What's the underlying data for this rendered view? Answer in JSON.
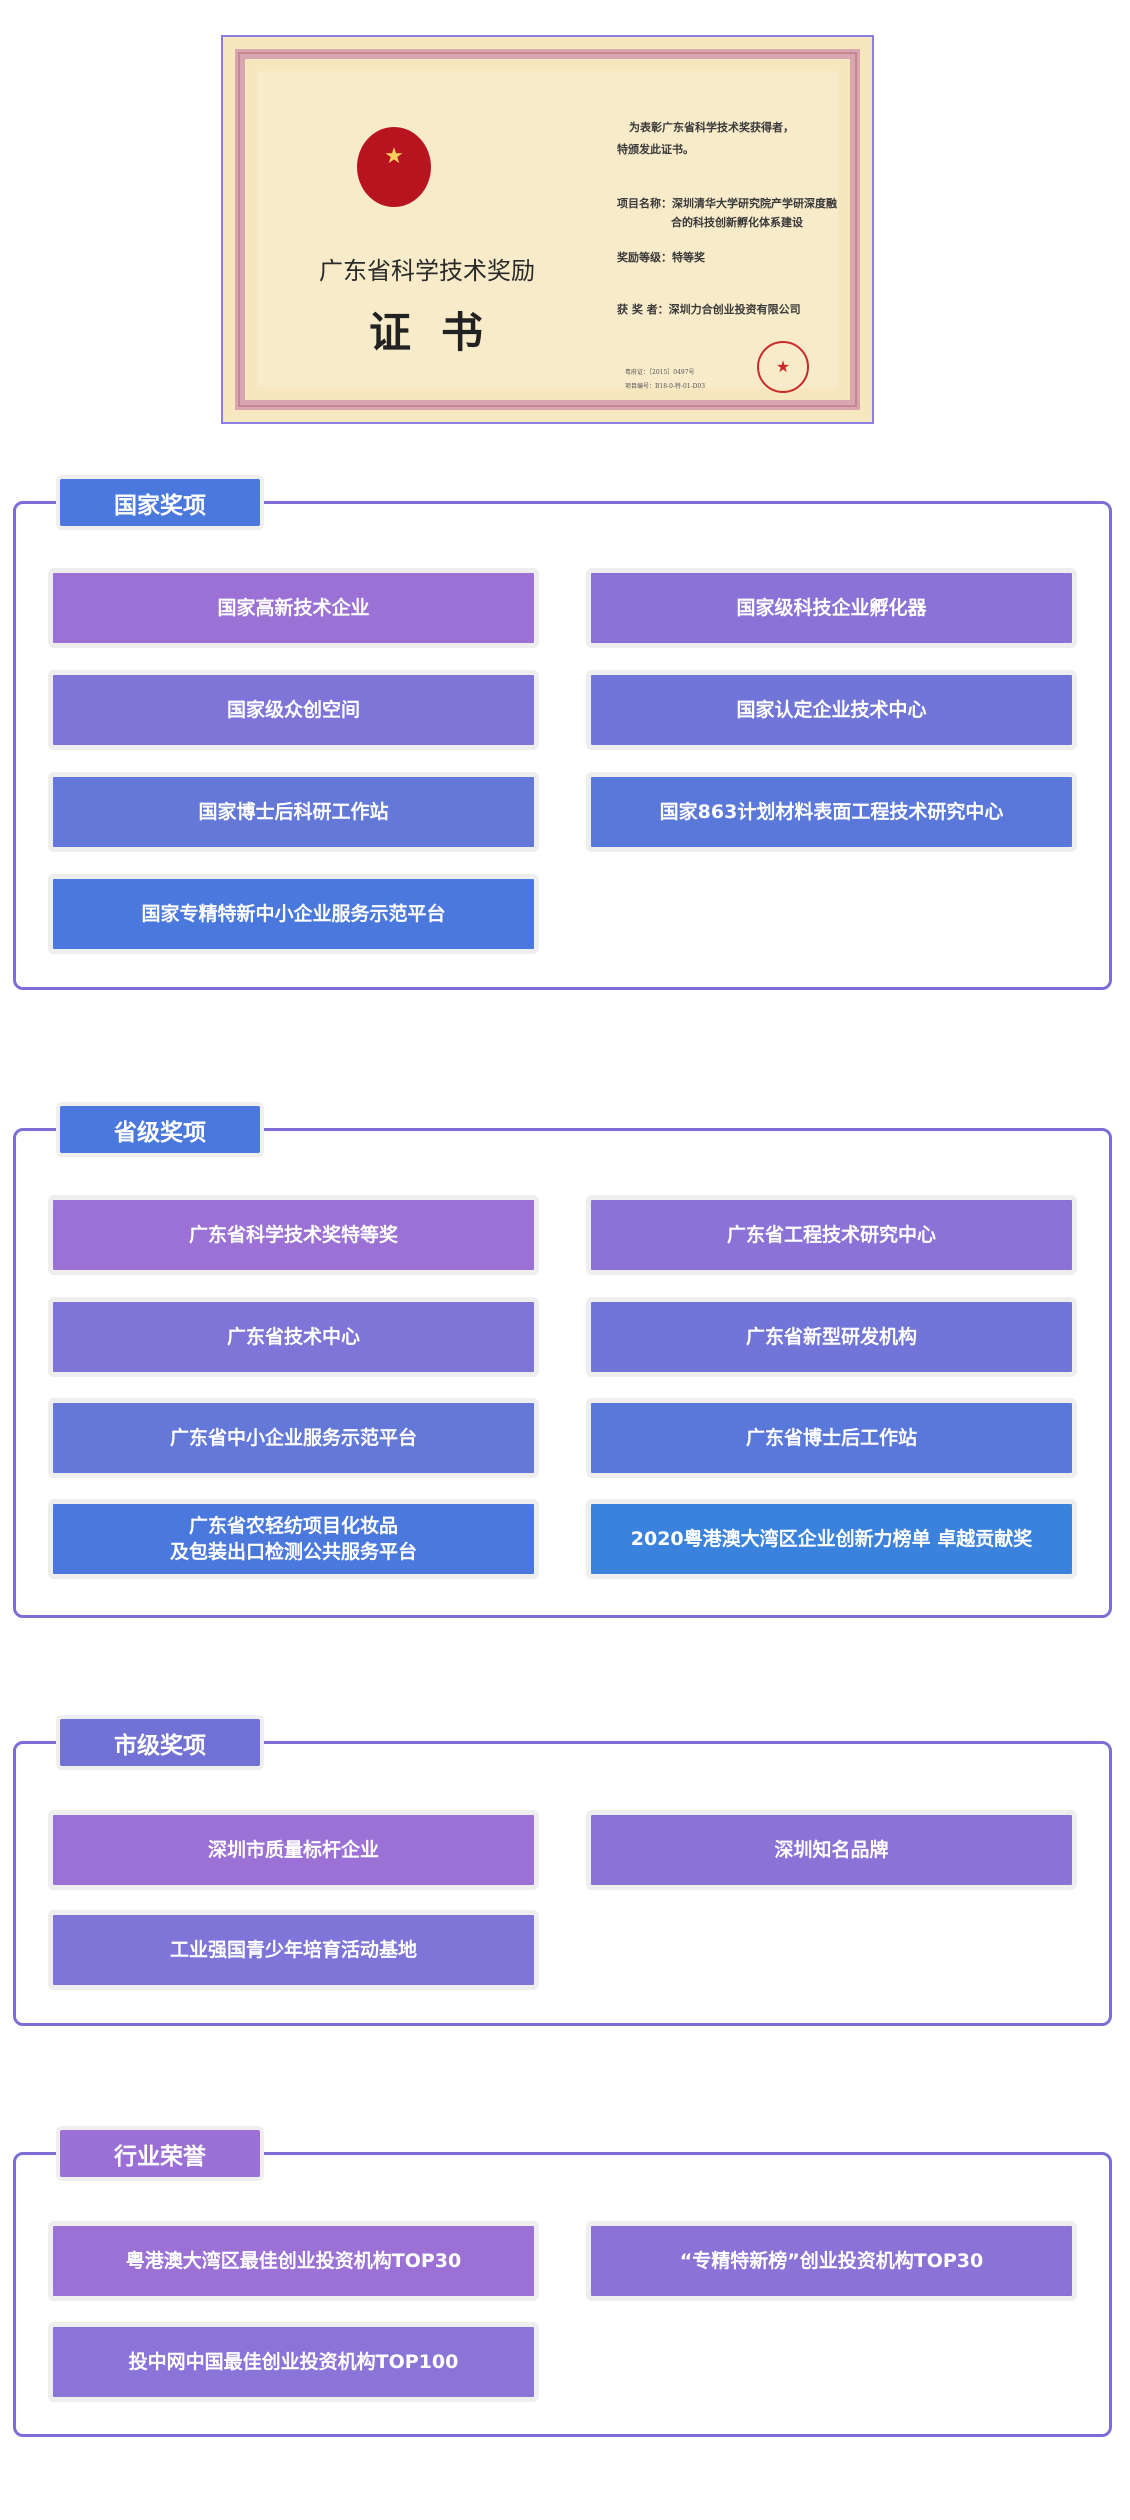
{
  "certificate": {
    "emblem_icon": "national-emblem-icon",
    "title": "广东省科学技术奖励",
    "big_title": "证书",
    "line1": "为表彰广东省科学技术奖获得者，",
    "line2": "特颁发此证书。",
    "project_label": "项目名称：深圳清华大学研究院产学研深度融",
    "project_label2": "合的科技创新孵化体系建设",
    "level": "奖励等级：特等奖",
    "winner": "获 奖 者：深圳力合创业投资有限公司",
    "cert_no": "粤府证：［2015］0497号",
    "project_no": "项目编号：B18-0-特-01-D03"
  },
  "sections": [
    {
      "title": "国家奖项",
      "tab_color": "#4a78dc",
      "items": [
        {
          "label": "国家高新技术企业",
          "color": "#9b71d6"
        },
        {
          "label": "国家级科技企业孵化器",
          "color": "#8a72d6"
        },
        {
          "label": "国家级众创空间",
          "color": "#7f74d8"
        },
        {
          "label": "国家认定企业技术中心",
          "color": "#7275d8"
        },
        {
          "label": "国家博士后科研工作站",
          "color": "#6478d8"
        },
        {
          "label": "国家863计划材料表面工程技术研究中心",
          "color": "#5a77da"
        },
        {
          "label": "国家专精特新中小企业服务示范平台",
          "color": "#4a78dc"
        }
      ]
    },
    {
      "title": "省级奖项",
      "tab_color": "#4a78dc",
      "items": [
        {
          "label": "广东省科学技术奖特等奖",
          "color": "#9b71d6"
        },
        {
          "label": "广东省工程技术研究中心",
          "color": "#8a72d6"
        },
        {
          "label": "广东省技术中心",
          "color": "#7f74d8"
        },
        {
          "label": "广东省新型研发机构",
          "color": "#7275d8"
        },
        {
          "label": "广东省中小企业服务示范平台",
          "color": "#6478d8"
        },
        {
          "label": "广东省博士后工作站",
          "color": "#5a77da"
        },
        {
          "label": "广东省农轻纺项目化妆品\n及包装出口检测公共服务平台",
          "color": "#4a78dc"
        },
        {
          "label": "2020粤港澳大湾区企业创新力榜单 卓越贡献奖",
          "color": "#3a82dc"
        }
      ]
    },
    {
      "title": "市级奖项",
      "tab_color": "#7272d6",
      "items": [
        {
          "label": "深圳市质量标杆企业",
          "color": "#9b71d6"
        },
        {
          "label": "深圳知名品牌",
          "color": "#8a72d6"
        },
        {
          "label": "工业强国青少年培育活动基地",
          "color": "#7f74d8"
        }
      ]
    },
    {
      "title": "行业荣誉",
      "tab_color": "#9b70d6",
      "items": [
        {
          "label": "粤港澳大湾区最佳创业投资机构TOP30",
          "color": "#9b71d6"
        },
        {
          "label": "“专精特新榜”创业投资机构TOP30",
          "color": "#8a72d6"
        },
        {
          "label": "投中网中国最佳创业投资机构TOP100",
          "color": "#8a74d8"
        }
      ]
    }
  ]
}
